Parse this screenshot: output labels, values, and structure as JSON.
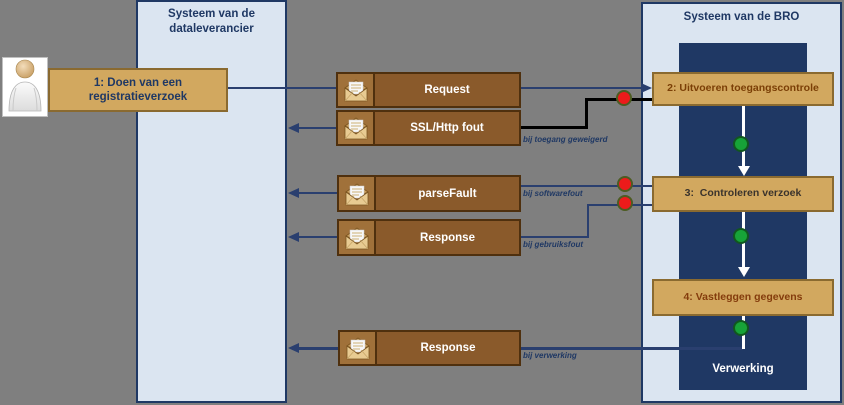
{
  "diagram_title": "",
  "colors": {
    "background": "#7f7f7f",
    "column_fill": "#dbe5f1",
    "column_border": "#1f3864",
    "panel_fill": "#1f3864",
    "step_box_fill": "#d2a85f",
    "message_box_fill": "#8a5a2b",
    "connector_navy": "#2a3f6f",
    "connector_black": "#000000",
    "connector_white": "#ffffff",
    "error_dot": "#ec1b1b",
    "success_dot": "#17a338"
  },
  "columns": {
    "left": {
      "title": "Systeem van de dataleverancier"
    },
    "right": {
      "title": "Systeem van de BRO",
      "panel_label": "Verwerking"
    }
  },
  "steps": [
    {
      "label": "1: Doen van een registratieverzoek"
    },
    {
      "label": "2: Uitvoeren toegangscontrole"
    },
    {
      "label": "3:  Controleren verzoek"
    },
    {
      "label": "4: Vastleggen gegevens"
    }
  ],
  "messages": [
    {
      "label": "Request"
    },
    {
      "label": "SSL/Http fout",
      "annotation": "bij toegang geweigerd"
    },
    {
      "label": "parseFault",
      "annotation": "bij softwarefout"
    },
    {
      "label": "Response",
      "annotation": "bij gebruiksfout"
    },
    {
      "label": "Response",
      "annotation": "bij verwerking"
    }
  ]
}
